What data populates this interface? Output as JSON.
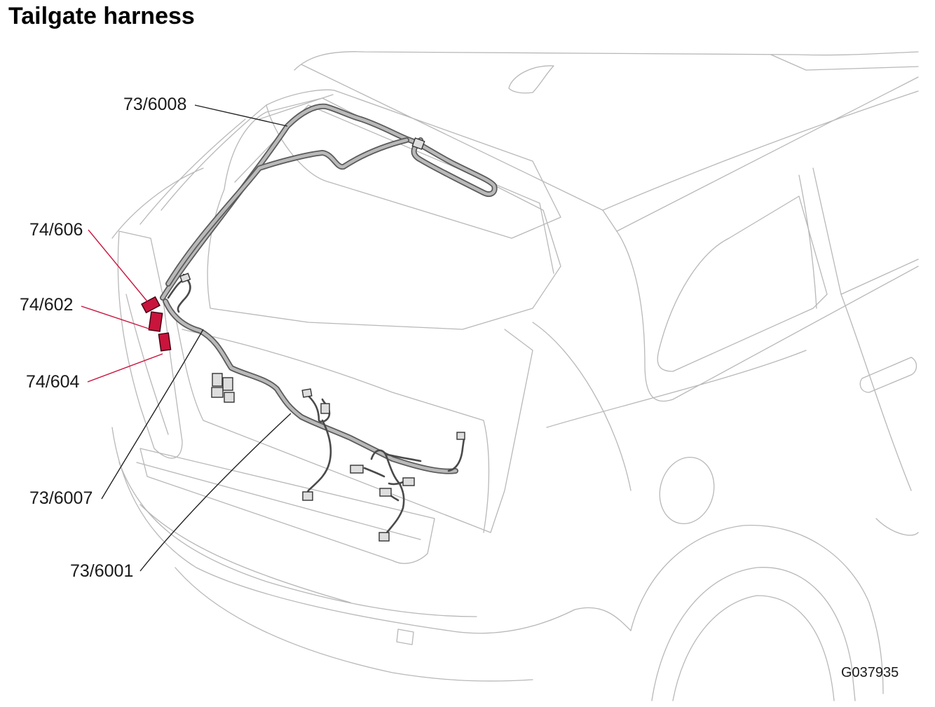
{
  "title": "Tailgate harness",
  "image_code": "G037935",
  "callouts": [
    {
      "id": "73-6008",
      "label": "73/6008"
    },
    {
      "id": "74-606",
      "label": "74/606"
    },
    {
      "id": "74-602",
      "label": "74/602"
    },
    {
      "id": "74-604",
      "label": "74/604"
    },
    {
      "id": "73-6007",
      "label": "73/6007"
    },
    {
      "id": "73-6001",
      "label": "73/6001"
    }
  ],
  "colors": {
    "highlight_connector": "#c9143c",
    "harness": "#5a5a5a",
    "body_outline": "#b8b8b8"
  }
}
